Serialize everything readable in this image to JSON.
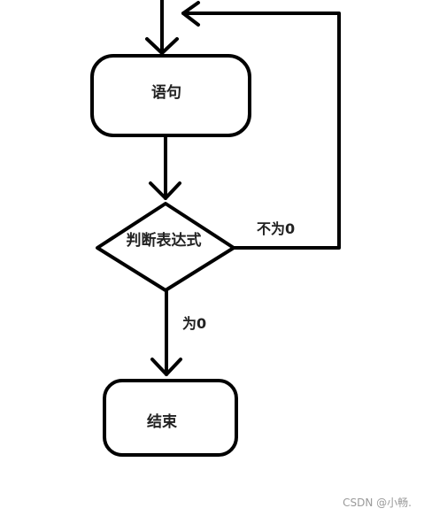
{
  "diagram": {
    "nodes": {
      "statement": "语句",
      "condition": "判断表达式",
      "end": "结束"
    },
    "edges": {
      "not_zero": "不为0",
      "zero": "为0"
    }
  },
  "watermark": "CSDN @小畅."
}
